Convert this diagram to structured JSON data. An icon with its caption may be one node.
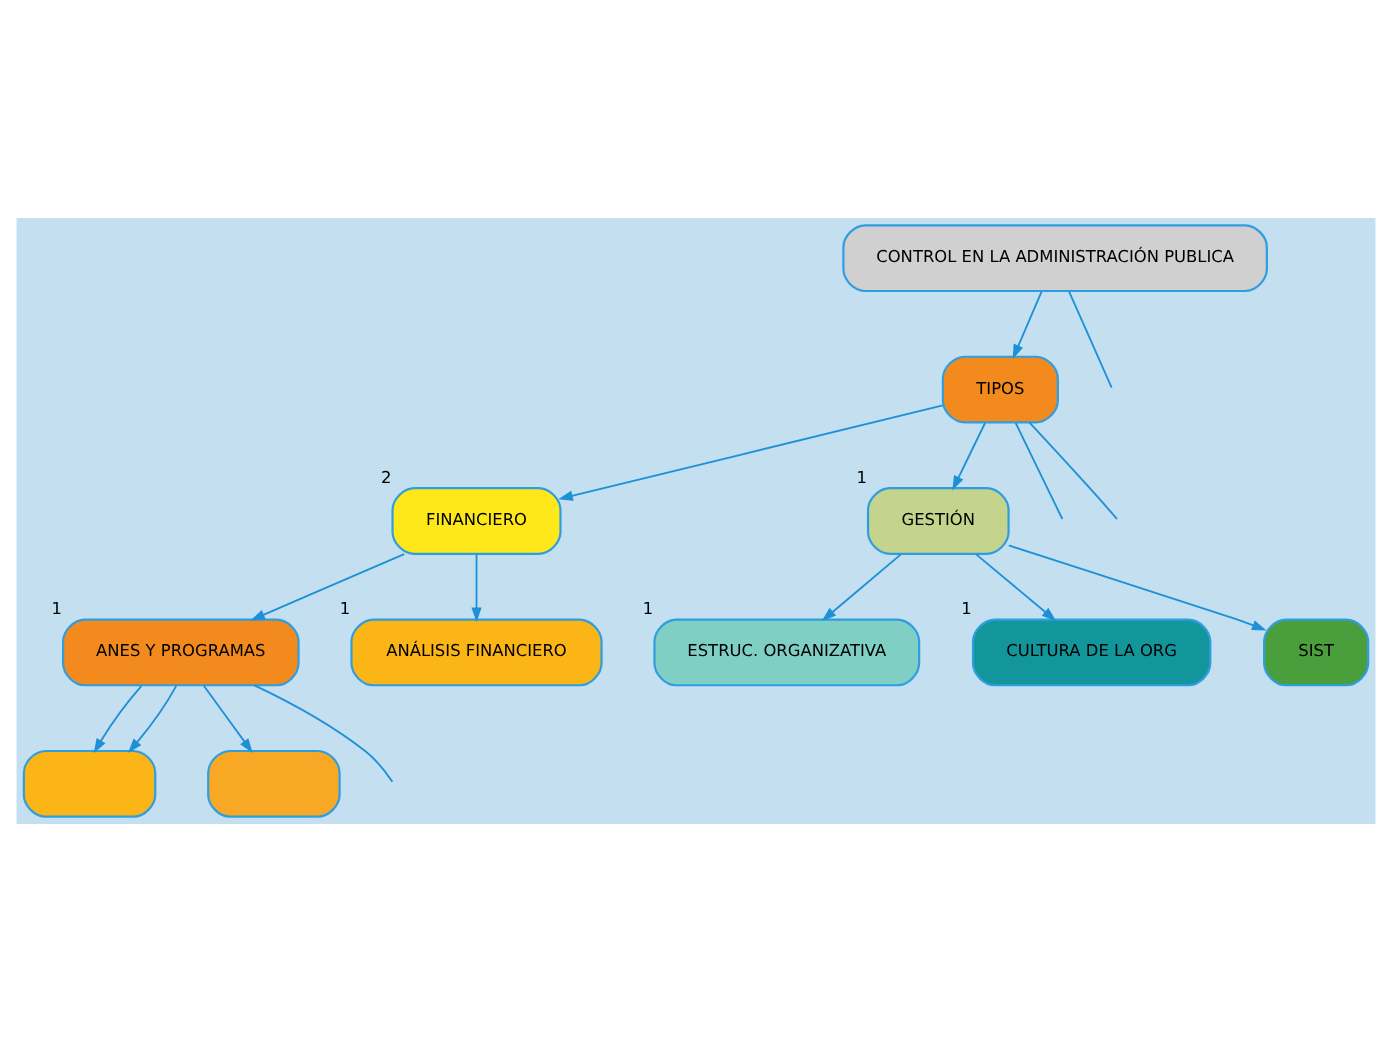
{
  "diagram": {
    "nodes": [
      {
        "text": [
          "CONTROL EN LA ADMINISTRACIÓN PUBLICA"
        ]
      },
      {
        "text": [
          "TIPOS"
        ]
      },
      {
        "text": [
          "FINANCIERO"
        ],
        "beside": [
          "2"
        ]
      },
      {
        "text": [
          "ANES Y PROGRAMAS"
        ],
        "beside": [
          "1"
        ]
      },
      {
        "text": [
          "ANÁLISIS FINANCIERO"
        ],
        "beside": [
          "1"
        ]
      },
      {
        "text": [
          "GESTIÓN"
        ],
        "beside": [
          "1"
        ]
      },
      {
        "text": [
          "ESTRUC. ORGANIZATIVA"
        ],
        "beside": [
          "1"
        ]
      },
      {
        "text": [
          "CULTURA DE LA ORG"
        ],
        "beside": [
          "1"
        ]
      },
      {
        "text": [
          "SIST"
        ]
      },
      {
        "text": [],
        "shape": "box"
      },
      {
        "text": [],
        "shape": "box"
      }
    ],
    "edges": [
      {
        "from": 0,
        "to": 1,
        "arrow": "to"
      },
      {
        "from": 0,
        "to": null,
        "arrow": "none"
      },
      {
        "from": 1,
        "to": null,
        "arrow": "none"
      },
      {
        "from": 1,
        "to": 2,
        "arrow": "to"
      },
      {
        "from": 1,
        "to": null,
        "arrow": "none"
      },
      {
        "from": 1,
        "to": 5,
        "arrow": "to"
      },
      {
        "from": 2,
        "to": 3,
        "arrow": "to"
      },
      {
        "from": 2,
        "to": 4,
        "arrow": "to"
      },
      {
        "from": 3,
        "to": null,
        "arrow": "none"
      },
      {
        "from": 3,
        "to": 9,
        "arrow": "to"
      },
      {
        "from": 3,
        "to": 9,
        "arrow": "to"
      },
      {
        "from": 3,
        "to": 10,
        "arrow": "to"
      },
      {
        "from": 5,
        "to": 6,
        "arrow": "to"
      },
      {
        "from": 5,
        "to": 7,
        "arrow": "to"
      },
      {
        "from": 5,
        "to": 8,
        "arrow": "to"
      }
    ]
  }
}
